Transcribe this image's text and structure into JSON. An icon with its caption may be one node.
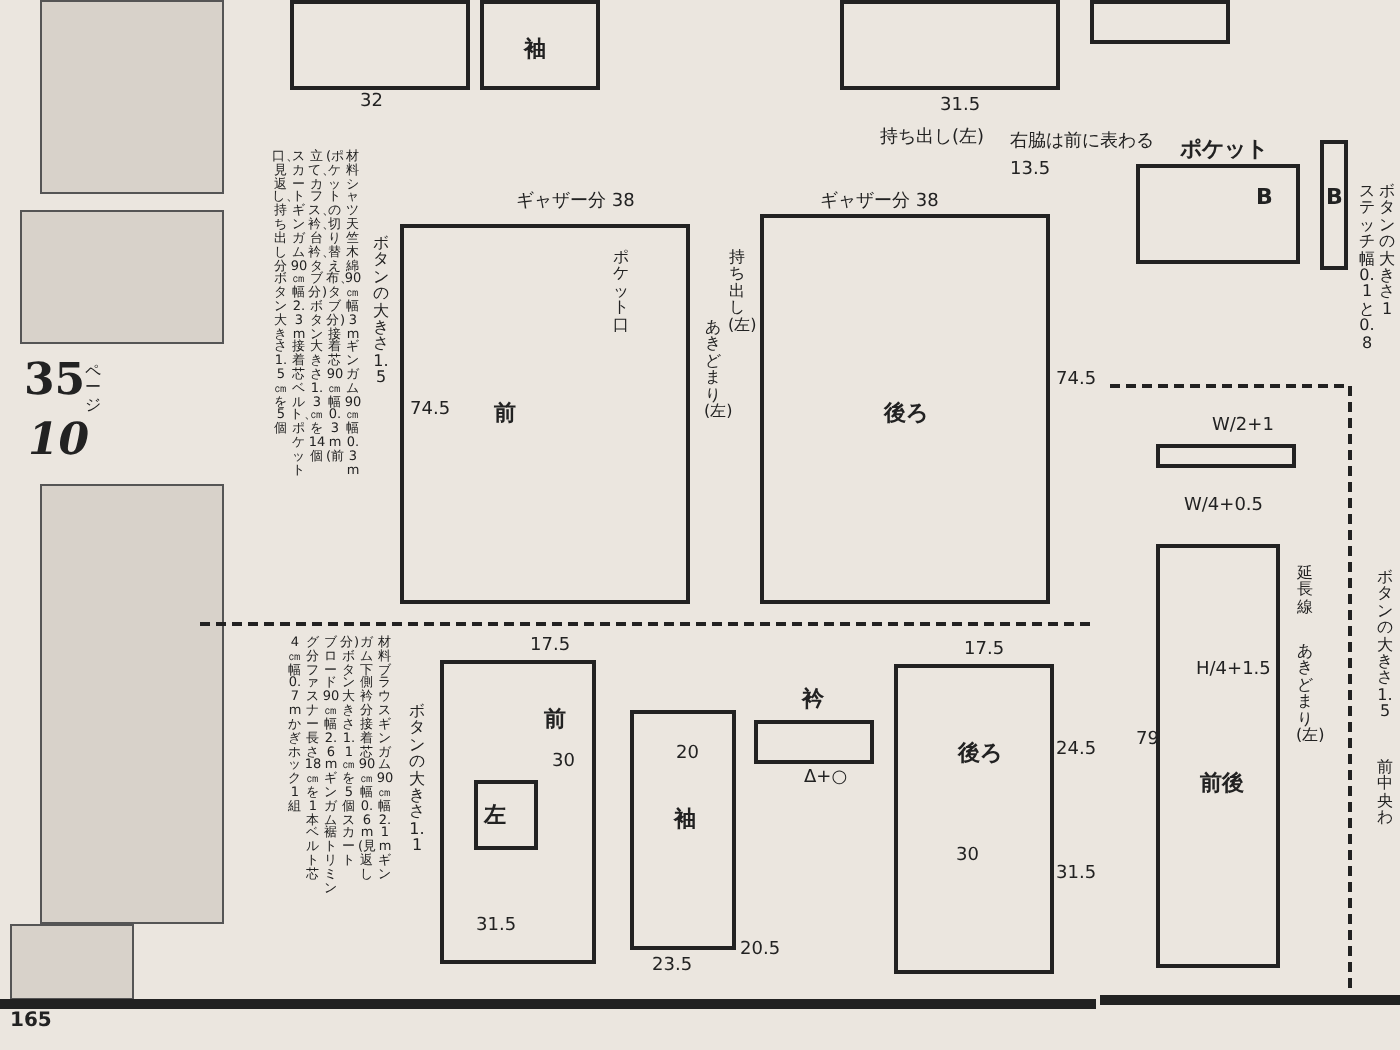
{
  "diagram": {
    "nodes": [
      {
        "text": [
          "袖"
        ]
      },
      {
        "text": [
          "前"
        ]
      },
      {
        "text": [
          "後ろ"
        ]
      },
      {
        "text": [
          "ポケット",
          "B"
        ]
      },
      {
        "text": [
          "B"
        ]
      },
      {
        "text": [
          "前"
        ]
      },
      {
        "text": [
          "左"
        ],
        "in": 5
      },
      {
        "text": [
          "袖"
        ]
      },
      {
        "text": [
          "衿"
        ]
      },
      {
        "text": [
          "後ろ"
        ]
      },
      {
        "text": [
          "前後"
        ]
      }
    ],
    "labels": [
      "35",
      "ページ",
      "10",
      "材料シャツ天竺木綿90㎝幅3mギンガム90㎝幅0.3m",
      "(ポケットの切り替え布、タブ分)接着芯90㎝幅0.3m(前",
      "立て、カフス、衿、台衿、タブ分)ボタン大きさ1.3㎝を14個",
      "スカートギンガム90㎝幅2.3m接着芯ベルト、ポケット",
      "口、見返し、持ち出し分ボタン大きさ1.5㎝を5個",
      "ボタンの大きさ1.5",
      "材料ブラウスギンガム90㎝幅2.1mギン",
      "ガム下側衿分接着芯90㎝幅0.6m(見返し",
      "分)ボタン大きさ1.1㎝を5個スカート",
      "ブロード90㎝幅2.6mギンガム裾トリミン",
      "グ分ファスナー長さ18㎝を1本ベルト芯",
      "4㎝幅0.7mかぎホック1組",
      "ボタンの大きさ1.1",
      "ギャザー分 38",
      "ギャザー分 38",
      "ポケット口",
      "あきどまり(左)",
      "持ち出し(左)",
      "持ち出し(左)",
      "右脇は前に表わる",
      "74.5",
      "74.5",
      "ボタンの大きさ1",
      "ステッチ幅0.1と0.8",
      "W/2+1",
      "W/4+0.5",
      "H/4+1.5",
      "79",
      "延長線",
      "あきどまり(左)",
      "ボタンの大きさ1.5",
      "前中央わ",
      "165",
      "Δ+○",
      "32",
      "31.5",
      "13.5",
      "30",
      "17.5",
      "30",
      "20",
      "23.5",
      "20.5",
      "31.5",
      "17.5",
      "24.5",
      "31.5"
    ]
  }
}
